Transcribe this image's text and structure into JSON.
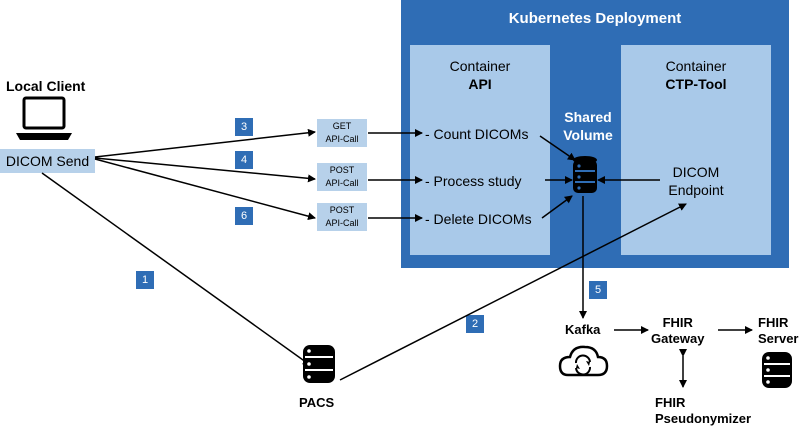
{
  "kubernetes": {
    "title": "Kubernetes Deployment"
  },
  "container_api": {
    "line1": "Container",
    "line2": "API",
    "items": [
      "- Count DICOMs",
      "- Process study",
      "- Delete DICOMs"
    ]
  },
  "container_ctp": {
    "line1": "Container",
    "line2": "CTP-Tool",
    "endpoint_line1": "DICOM",
    "endpoint_line2": "Endpoint"
  },
  "shared_volume": {
    "line1": "Shared",
    "line2": "Volume"
  },
  "local_client": {
    "label": "Local Client",
    "button": "DICOM Send"
  },
  "api_calls": [
    {
      "method": "GET",
      "label": "API-Call"
    },
    {
      "method": "POST",
      "label": "API-Call"
    },
    {
      "method": "POST",
      "label": "API-Call"
    }
  ],
  "badges": [
    "3",
    "4",
    "6",
    "1",
    "2",
    "5"
  ],
  "pacs": {
    "label": "PACS"
  },
  "kafka": {
    "label": "Kafka"
  },
  "fhir_gateway": {
    "line1": "FHIR",
    "line2": "Gateway"
  },
  "fhir_server": {
    "line1": "FHIR",
    "line2": "Server"
  },
  "fhir_pseudonymizer": {
    "line1": "FHIR",
    "line2": "Pseudonymizer"
  },
  "icons": [
    "laptop-icon",
    "database-icon",
    "cloud-sync-icon"
  ],
  "colors": {
    "accent": "#2f6db5",
    "container": "#a9c9e9",
    "call_box": "#b7d1ea"
  }
}
